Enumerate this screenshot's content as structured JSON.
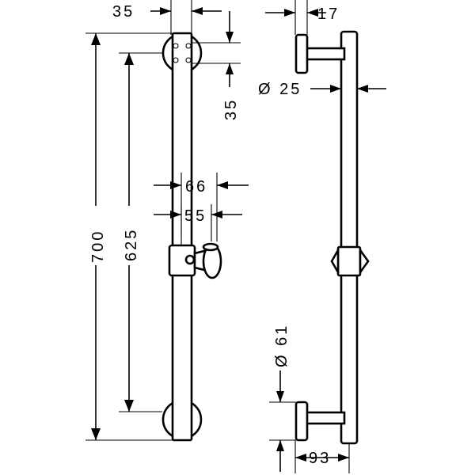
{
  "figure": {
    "front_view": {
      "dimensions": {
        "clearance_top_width": "35",
        "top_bracket_offset": "35",
        "bracket_width_66": "66",
        "bracket_width_55": "55",
        "total_length": "700",
        "bracket_spacing": "625"
      }
    },
    "side_view": {
      "dimensions": {
        "bracket_depth": "17",
        "rail_diameter": "Ø 25",
        "flange_diameter": "Ø 61",
        "projection": "93"
      }
    }
  }
}
